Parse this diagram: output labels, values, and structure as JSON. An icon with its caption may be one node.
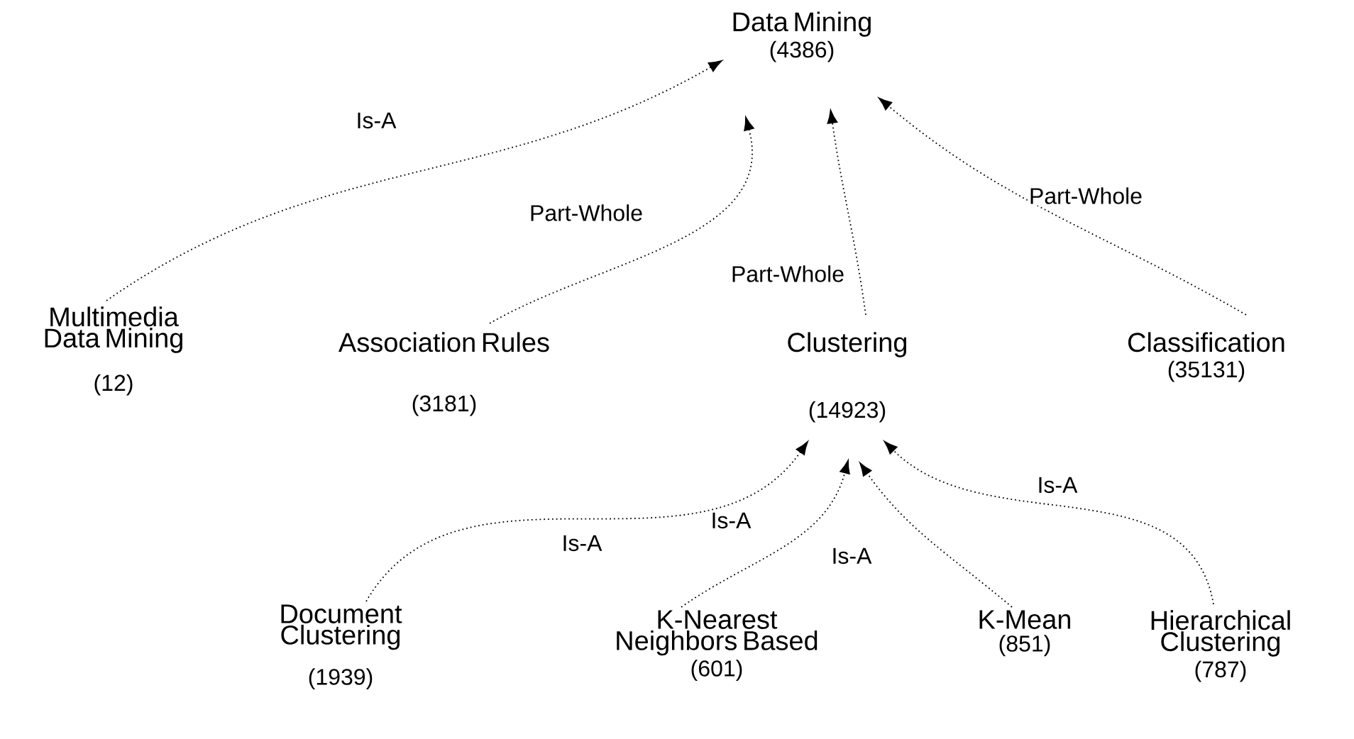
{
  "diagram": {
    "nodes": [
      {
        "text": [
          "Data Mining",
          "(4386)"
        ]
      },
      {
        "text": [
          "Multimedia Data Mining",
          "(12)"
        ]
      },
      {
        "text": [
          "Association Rules",
          "(3181)"
        ]
      },
      {
        "text": [
          "Clustering",
          "(14923)"
        ]
      },
      {
        "text": [
          "Classification",
          "(35131)"
        ]
      },
      {
        "text": [
          "Document Clustering",
          "(1939)"
        ]
      },
      {
        "text": [
          "K-Nearest Neighbors Based",
          "(601)"
        ]
      },
      {
        "text": [
          "K-Mean",
          "(851)"
        ]
      },
      {
        "text": [
          "Hierarchical Clustering",
          "(787)"
        ]
      }
    ],
    "edges": [
      {
        "from": 1,
        "to": 0,
        "arrow": "to",
        "label": "Is-A"
      },
      {
        "from": 2,
        "to": 0,
        "arrow": "to",
        "label": "Part-Whole"
      },
      {
        "from": 3,
        "to": 0,
        "arrow": "to",
        "label": "Part-Whole"
      },
      {
        "from": 4,
        "to": 0,
        "arrow": "to",
        "label": "Part-Whole"
      },
      {
        "from": 5,
        "to": 3,
        "arrow": "to",
        "label": "Is-A"
      },
      {
        "from": 6,
        "to": 3,
        "arrow": "to",
        "label": "Is-A"
      },
      {
        "from": 7,
        "to": 3,
        "arrow": "to",
        "label": "Is-A"
      },
      {
        "from": 8,
        "to": 3,
        "arrow": "to",
        "label": "Is-A"
      }
    ]
  }
}
